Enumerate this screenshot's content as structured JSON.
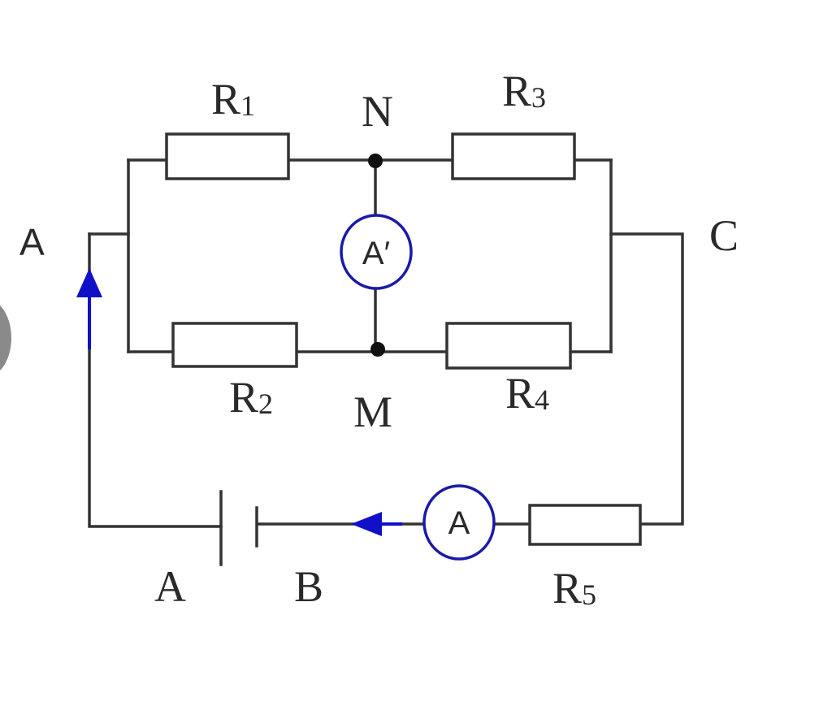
{
  "labels": {
    "r1": {
      "main": "R",
      "sub": "1"
    },
    "r2": {
      "main": "R",
      "sub": "2"
    },
    "r3": {
      "main": "R",
      "sub": "3"
    },
    "r4": {
      "main": "R",
      "sub": "4"
    },
    "r5": {
      "main": "R",
      "sub": "5"
    },
    "node_n": "N",
    "node_m": "M",
    "node_c": "C",
    "node_a_left": "A",
    "battery_a": "A",
    "battery_b": "B",
    "ammeter_main": "A",
    "ammeter_bridge": "A′"
  },
  "colors": {
    "wire": "#333333",
    "meter_ring": "#1a1aa8",
    "current_arrow": "#1010c8"
  },
  "icons": {
    "current_arrow_left": "arrow-up-icon",
    "current_arrow_bottom": "arrow-left-icon"
  }
}
